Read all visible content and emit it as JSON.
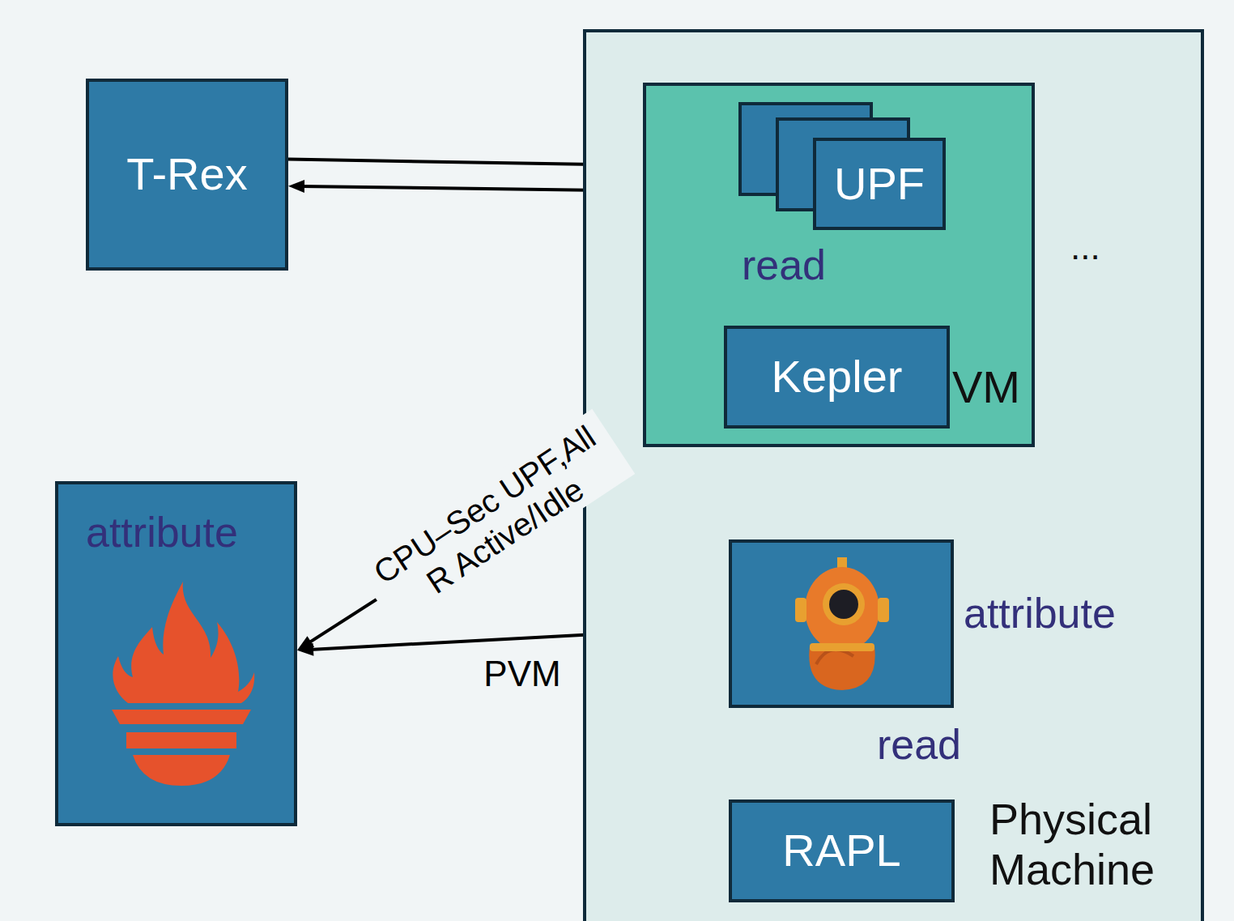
{
  "diagram": {
    "nodes": [
      {
        "text": [
          "Physical Machine"
        ]
      },
      {
        "text": [
          "VM"
        ],
        "in": 0
      },
      {
        "text": [
          "UPF"
        ],
        "in": 1
      },
      {
        "text": [
          "Kepler"
        ],
        "in": 1
      },
      {
        "text": [
          "attribute"
        ],
        "in": 0
      },
      {
        "text": [
          "RAPL"
        ],
        "in": 0
      },
      {
        "text": [
          "T-Rex"
        ]
      },
      {
        "text": [
          "attribute"
        ]
      }
    ],
    "edges": [
      {
        "from": 6,
        "to": 2,
        "arrow": "to"
      },
      {
        "from": 2,
        "to": 6,
        "arrow": "to"
      },
      {
        "from": 2,
        "to": 3,
        "label": "read",
        "arrow": "to"
      },
      {
        "from": 3,
        "to": 7,
        "label": "CPU–Sec UPF,All R Active/Idle",
        "arrow": "to"
      },
      {
        "from": 1,
        "to": 4,
        "arrow": "to"
      },
      {
        "from": 5,
        "to": 4,
        "label": "read",
        "arrow": "to"
      },
      {
        "from": 4,
        "to": 7,
        "label": "PVM",
        "arrow": "to"
      }
    ],
    "labels": [
      "..."
    ]
  }
}
